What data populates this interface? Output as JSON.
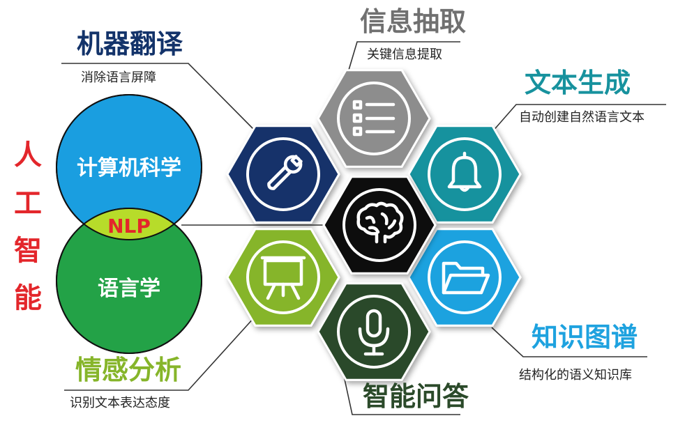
{
  "left_vertical": {
    "chars": [
      "人",
      "工",
      "智",
      "能"
    ],
    "color": "#e3262b"
  },
  "venn": {
    "top_label": "计算机科学",
    "bottom_label": "语言学",
    "overlap_label": "NLP",
    "top_color": "#1a9ee0",
    "bottom_color": "#23a247",
    "overlap_color": "#b7dc2a",
    "overlap_text_color": "#e3262b"
  },
  "center": {
    "icon": "brain-icon",
    "color": "#0a0a0a"
  },
  "applications": [
    {
      "id": "mt",
      "title": "机器翻译",
      "subtitle": "消除语言屏障",
      "icon": "wrench-icon",
      "color": "#13336a",
      "title_color": "#13336a"
    },
    {
      "id": "ie",
      "title": "信息抽取",
      "subtitle": "关键信息提取",
      "icon": "list-icon",
      "color": "#8d8d8d",
      "title_color": "#707070"
    },
    {
      "id": "tg",
      "title": "文本生成",
      "subtitle": "自动创建自然语言文本",
      "icon": "bell-icon",
      "color": "#17929e",
      "title_color": "#17929e"
    },
    {
      "id": "kg",
      "title": "知识图谱",
      "subtitle": "结构化的语义知识库",
      "icon": "folder-icon",
      "color": "#1ea2df",
      "title_color": "#1ea2df"
    },
    {
      "id": "qa",
      "title": "智能问答",
      "subtitle": "",
      "icon": "microphone-icon",
      "color": "#2b4a2a",
      "title_color": "#2b4a2a"
    },
    {
      "id": "sa",
      "title": "情感分析",
      "subtitle": "识别文本表达态度",
      "icon": "presentation-board-icon",
      "color": "#86b52a",
      "title_color": "#86b52a"
    }
  ]
}
